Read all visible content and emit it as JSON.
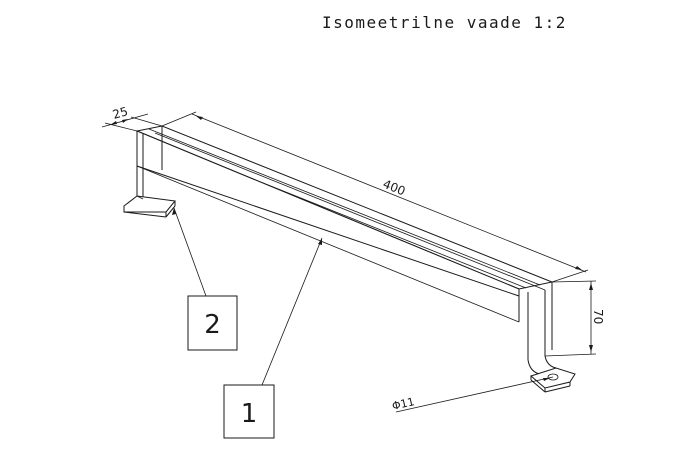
{
  "title": "Isomeetrilne vaade 1:2",
  "dimensions": {
    "width": "25",
    "length": "400",
    "height": "70",
    "hole_diameter": "Φ11"
  },
  "callouts": [
    {
      "label": "2"
    },
    {
      "label": "1"
    }
  ]
}
